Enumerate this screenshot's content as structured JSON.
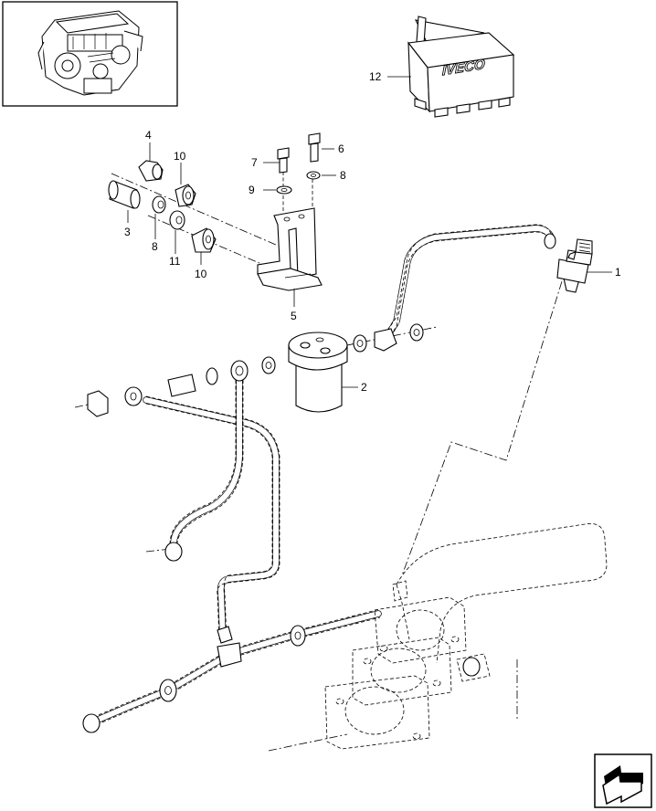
{
  "brand_label": "IVECO",
  "callouts": [
    {
      "id": "1",
      "text": "1"
    },
    {
      "id": "2",
      "text": "2"
    },
    {
      "id": "3",
      "text": "3"
    },
    {
      "id": "4",
      "text": "4"
    },
    {
      "id": "5",
      "text": "5"
    },
    {
      "id": "6",
      "text": "6"
    },
    {
      "id": "7",
      "text": "7"
    },
    {
      "id": "8a",
      "text": "8"
    },
    {
      "id": "8b",
      "text": "8"
    },
    {
      "id": "9",
      "text": "9"
    },
    {
      "id": "10a",
      "text": "10"
    },
    {
      "id": "10b",
      "text": "10"
    },
    {
      "id": "11",
      "text": "11"
    },
    {
      "id": "12",
      "text": "12"
    }
  ],
  "icons": {
    "engine_thumbnail": "engine-thumbnail-icon",
    "nav_arrow": "navigation-arrow-icon"
  }
}
